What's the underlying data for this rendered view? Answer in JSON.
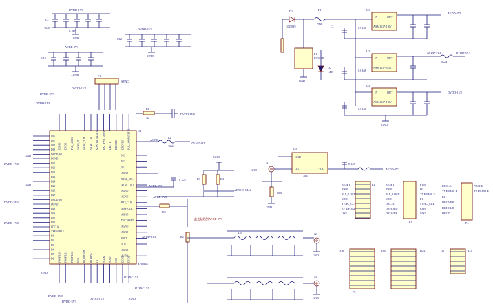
{
  "power": {
    "vdd18": "DVDD-1V8",
    "vdd33": "DVDD-3V3",
    "avdd33": "AVDD-3V3",
    "avdd18": "AVDD-1V8",
    "gnd": "GND",
    "agnd": "AGND"
  },
  "decoupling": {
    "c1": "C1",
    "c2": "C2",
    "c12": "C12",
    "c15": "C15",
    "val_10uf": "10uF",
    "val_01uf": "0.1uF"
  },
  "ldo": {
    "u1": "U1",
    "u2": "U2",
    "u3": "U3",
    "pin_in": "IN",
    "pin_out": "OUT",
    "part_18": "ASM1117-1.8V",
    "part_33": "ASM1117-3.3V",
    "part_01": "0.01uF",
    "d1": "D1",
    "fuse": "Fuse",
    "f1": "F1",
    "diode_code": "1N5819",
    "p1": "P1",
    "power": "POWER",
    "d2": "D2",
    "led": "LED",
    "inductor": "10uH"
  },
  "sync_header": {
    "ref": "P1",
    "label": "SYNC"
  },
  "chip": {
    "ref": "U4",
    "part": "AD9910",
    "pins_left": [
      "D16",
      "D17",
      "D18",
      "D19",
      "DVDD_IO",
      "DGND",
      "D20",
      "D21",
      "D22",
      "D23",
      "D24",
      "D25",
      "D26",
      "D27",
      "DVDD_IO",
      "DGND",
      "D28",
      "D29",
      "D30",
      "D31",
      "PDCLK",
      "TXENABLE",
      "D1",
      "D2",
      "D3",
      "D4",
      "D5",
      "D6"
    ],
    "pins_right": [
      "NC",
      "NC",
      "NC",
      "AGND",
      "XTAL_SEL",
      "XTAL_OUT",
      "AGND",
      "AGND",
      "REF_CLK",
      "/REF_CLK",
      "AGND",
      "DAC_RSET",
      "AGND",
      "AGND",
      "IOUT",
      "/IOUT",
      "AGND",
      "AVDD"
    ],
    "pins_top": [
      "DGND",
      "DVDD",
      "PLL_LOCK",
      "SYNC_IN",
      "SYNC_OUT",
      "SYNC_CLK",
      "MASTER_RESET",
      "EXT_PWR_DWN",
      "DRCTL",
      "DRHOLD",
      "DROVER",
      "PLL_LOOP_FILTER"
    ],
    "pins_bottom": [
      "PROFILE0",
      "PROFILE1",
      "PROFILE2",
      "OSK",
      "IO_UPDATE",
      "IO_RESET",
      "CS",
      "SCLK",
      "SDIO",
      "SDO",
      "DGND",
      "DVDD"
    ]
  },
  "misc": {
    "r1": "R1",
    "r2": "R2",
    "r3": "R3",
    "r4": "R4",
    "r5": "R5",
    "val_1k": "1k",
    "val_10k": "10k",
    "val_50": "50R",
    "l1": "L1",
    "l2": "L2",
    "clk": "AD9910-CLK",
    "note": "此处粘贴到AVDD-3V3"
  },
  "osc": {
    "ref": "U5",
    "pin_gnd": "GND",
    "pin_out": "OUT",
    "pin_vcc": "VCC",
    "j1": "J1",
    "freq": "40M"
  },
  "filter": {
    "j2": "J2",
    "j3": "J3",
    "inductor": "L6"
  },
  "connectors": {
    "p2": "P2",
    "p3": "P3",
    "p4": "P4",
    "p5": "P5",
    "sig_reset": "RESET",
    "sig_pwr": "PWR",
    "sig_pll": "PLL_LOCK",
    "sig_sdio": "SDIO",
    "sig_sync": "SYNC_CLK",
    "sig_io": "IO_UPDATE",
    "sig_osk": "OSK",
    "sig_txen": "TXENABLE",
    "sig_pdclk": "PDCLK",
    "sig_drover": "DROVER",
    "sig_drctl": "DRCTL",
    "sig_drhold": "DRHOLD",
    "sig_p0": "P0",
    "sig_p1": "P1",
    "sig_p2": "P2",
    "sig_cs": "CSB",
    "sig_sclk": "SCLK",
    "sig_sdo": "SDO",
    "sig_d": "D16",
    "sig_d2": "D24",
    "sig_d3": "D1"
  }
}
